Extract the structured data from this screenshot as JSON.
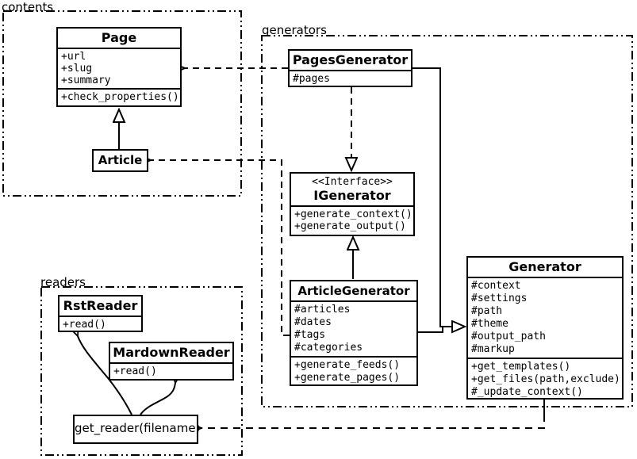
{
  "packages": {
    "contents": {
      "label": "contents"
    },
    "generators": {
      "label": "generators"
    },
    "readers": {
      "label": "readers"
    }
  },
  "classes": {
    "page": {
      "name": "Page",
      "attributes": [
        "+url",
        "+slug",
        "+summary"
      ],
      "methods": [
        "+check_properties()"
      ]
    },
    "article": {
      "name": "Article"
    },
    "pages_generator": {
      "name": "PagesGenerator",
      "attributes": [
        "#pages"
      ]
    },
    "igenerator": {
      "stereotype": "<<Interface>>",
      "name": "IGenerator",
      "methods": [
        "+generate_context()",
        "+generate_output()"
      ]
    },
    "article_generator": {
      "name": "ArticleGenerator",
      "attributes": [
        "#articles",
        "#dates",
        "#tags",
        "#categories"
      ],
      "methods": [
        "+generate_feeds()",
        "+generate_pages()"
      ]
    },
    "generator": {
      "name": "Generator",
      "attributes": [
        "#context",
        "#settings",
        "#path",
        "#theme",
        "#output_path",
        "#markup"
      ],
      "methods": [
        "+get_templates()",
        "+get_files(path,exclude)",
        "#_update_context()"
      ]
    },
    "rst_reader": {
      "name": "RstReader",
      "methods": [
        "+read()"
      ]
    },
    "mardown_reader": {
      "name": "MardownReader",
      "methods": [
        "+read()"
      ]
    },
    "get_reader": {
      "name": "get_reader(filename)"
    }
  },
  "relationships": [
    {
      "from": "Article",
      "to": "Page",
      "type": "inheritance"
    },
    {
      "from": "PagesGenerator",
      "to": "Page",
      "type": "dependency"
    },
    {
      "from": "ArticleGenerator",
      "to": "Article",
      "type": "dependency"
    },
    {
      "from": "PagesGenerator",
      "to": "IGenerator",
      "type": "realization"
    },
    {
      "from": "ArticleGenerator",
      "to": "IGenerator",
      "type": "inheritance"
    },
    {
      "from": "PagesGenerator",
      "to": "Generator",
      "type": "inheritance"
    },
    {
      "from": "ArticleGenerator",
      "to": "Generator",
      "type": "inheritance"
    },
    {
      "from": "Generator",
      "to": "get_reader(filename)",
      "type": "dependency"
    },
    {
      "from": "get_reader(filename)",
      "to": "RstReader",
      "type": "call"
    },
    {
      "from": "get_reader(filename)",
      "to": "MardownReader",
      "type": "call"
    }
  ],
  "colors": {
    "stroke": "#000000",
    "background": "#ffffff"
  }
}
